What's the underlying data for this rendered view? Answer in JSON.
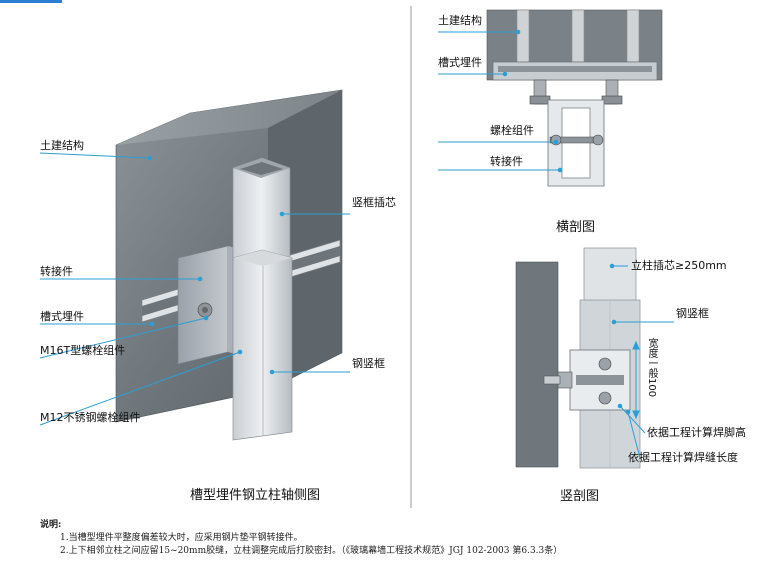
{
  "iso": {
    "caption": "槽型埋件钢立柱轴侧图",
    "labels": {
      "civil": "土建结构",
      "core": "竖框插芯",
      "connector": "转接件",
      "channel": "槽式埋件",
      "m16": "M16T型螺栓组件",
      "frame": "钢竖框",
      "m12": "M12不锈钢螺栓组件"
    }
  },
  "plan": {
    "caption": "横剖图",
    "labels": {
      "civil": "土建结构",
      "channel": "槽式埋件",
      "bolt": "螺栓组件",
      "connector": "转接件"
    }
  },
  "section": {
    "caption": "竖剖图",
    "labels": {
      "core": "立柱插芯≥250mm",
      "frame": "钢竖框",
      "weld_h": "依据工程计算焊脚高",
      "weld_l": "依据工程计算焊缝长度",
      "width": "宽度一般100"
    }
  },
  "notes": {
    "title": "说明:",
    "line1": "1.当槽型埋件平整度偏差较大时，应采用钢片垫平钢转接件。",
    "line2": "2.上下相邻立柱之间应留15~20mm胶缝，立柱调整完成后打胶密封。（《玻璃幕墙工程技术规范》JGJ 102-2003 第6.3.3条）"
  }
}
